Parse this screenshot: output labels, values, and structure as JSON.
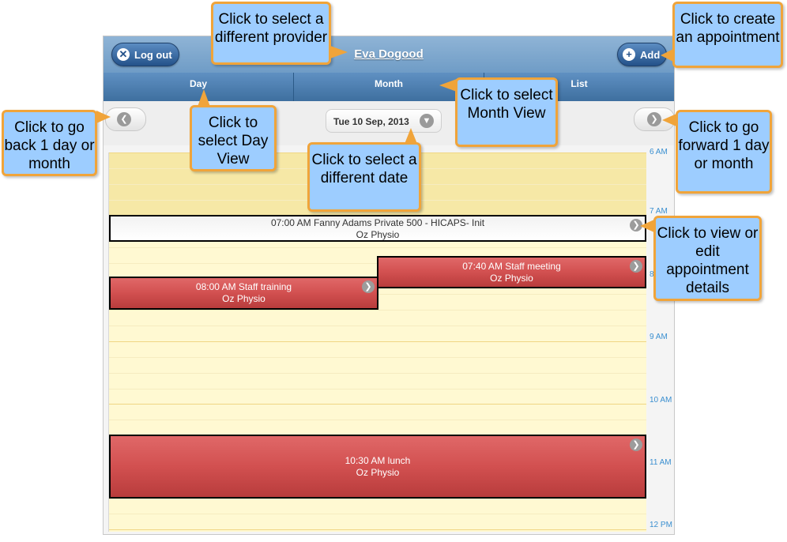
{
  "header": {
    "logout_label": "Log out",
    "provider_name": "Eva Dogood",
    "add_label": "Add"
  },
  "tabs": [
    {
      "label": "Day"
    },
    {
      "label": "Month"
    },
    {
      "label": "List"
    }
  ],
  "datebar": {
    "current_date": "Tue 10 Sep, 2013"
  },
  "hours": [
    "6 AM",
    "7 AM",
    "8 AM",
    "9 AM",
    "10 AM",
    "11 AM",
    "12 PM"
  ],
  "appointments": [
    {
      "line1": "07:00 AM Fanny Adams Private 500 - HICAPS- Init",
      "line2": "Oz Physio"
    },
    {
      "line1": "07:40 AM Staff meeting",
      "line2": "Oz Physio"
    },
    {
      "line1": "08:00 AM Staff training",
      "line2": "Oz Physio"
    },
    {
      "line1": "10:30 AM lunch",
      "line2": "Oz Physio"
    }
  ],
  "callouts": {
    "provider": "Click to select a different provider",
    "add": "Click to create an appointment",
    "back": "Click to go back 1 day or month",
    "day": "Click to select Day View",
    "month": "Click to select Month View",
    "date": "Click to select a different date",
    "forward": "Click to go forward 1 day or month",
    "details": "Click to view or edit appointment details"
  },
  "colors": {
    "callout_bg": "#9dcdff",
    "callout_border": "#f0a43a",
    "header_blue": "#6f9cc6",
    "appt_red": "#d25050",
    "grid_yellow": "#fff9d2",
    "hour_label": "#3a8fd0"
  }
}
